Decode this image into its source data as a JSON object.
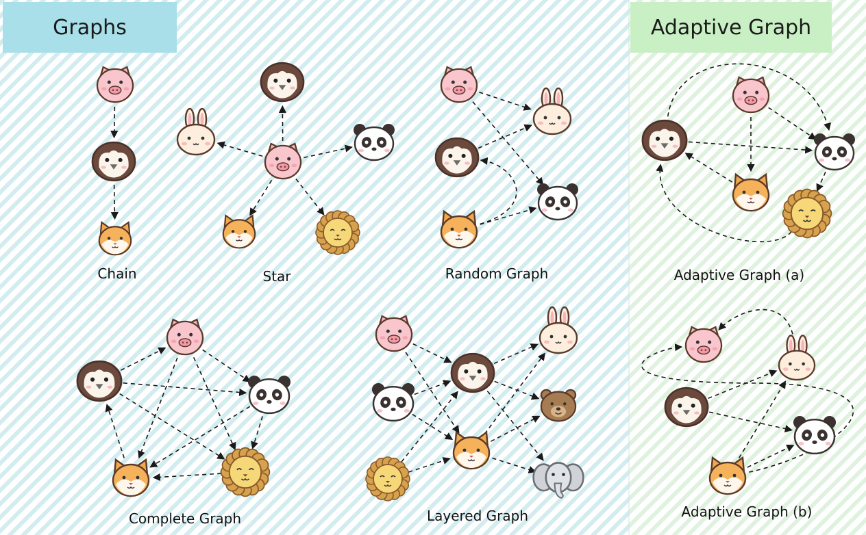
{
  "titles": {
    "graphs": "Graphs",
    "adaptive": "Adaptive Graph"
  },
  "labels": {
    "chain": "Chain",
    "star": "Star",
    "random": "Random Graph",
    "adaptive_a": "Adaptive Graph (a)",
    "complete": "Complete Graph",
    "layered": "Layered Graph",
    "adaptive_b": "Adaptive Graph (b)"
  },
  "colors": {
    "graphs_title_bg": "#a8dfe9",
    "adaptive_title_bg": "#c9f0c4",
    "left_stripe": "#d2ecef",
    "right_stripe": "#dff2df",
    "edge": "#1a1a1a"
  },
  "node_types": [
    "pig",
    "penguin",
    "cat",
    "rabbit",
    "panda",
    "lion",
    "bear",
    "elephant"
  ]
}
